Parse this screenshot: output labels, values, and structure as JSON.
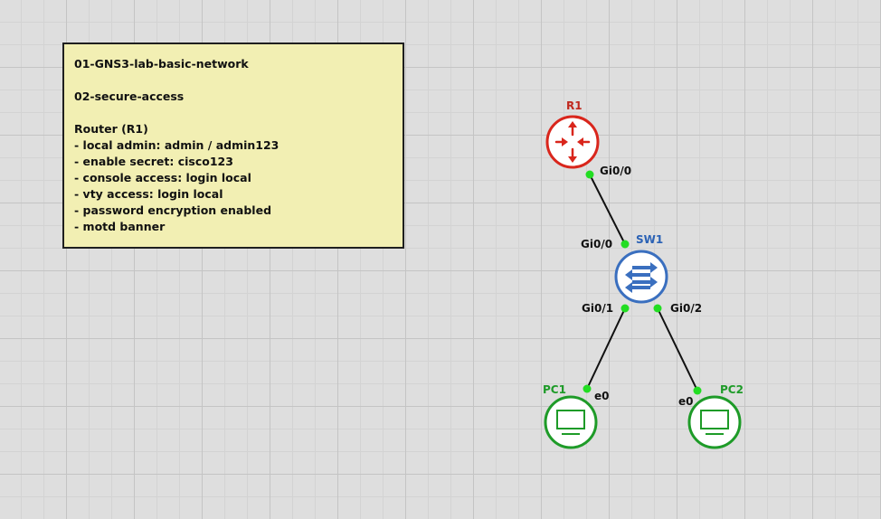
{
  "note": {
    "lines": [
      "01-GNS3-lab-basic-network",
      "",
      "02-secure-access",
      "",
      "Router (R1)",
      "- local admin: admin / admin123",
      "- enable secret: cisco123",
      "- console access: login local",
      "- vty access: login local",
      "- password encryption enabled",
      "- motd banner"
    ]
  },
  "devices": {
    "r1": {
      "name": "R1",
      "icon": "router-icon",
      "color": "#d9261c"
    },
    "sw1": {
      "name": "SW1",
      "icon": "switch-icon",
      "color": "#3a6fbf"
    },
    "pc1": {
      "name": "PC1",
      "icon": "computer-icon",
      "color": "#1e9b28"
    },
    "pc2": {
      "name": "PC2",
      "icon": "computer-icon",
      "color": "#1e9b28"
    }
  },
  "links": [
    {
      "from": "R1",
      "from_port": "Gi0/0",
      "to": "SW1",
      "to_port": "Gi0/0"
    },
    {
      "from": "SW1",
      "from_port": "Gi0/1",
      "to": "PC1",
      "to_port": "e0"
    },
    {
      "from": "SW1",
      "from_port": "Gi0/2",
      "to": "PC2",
      "to_port": "e0"
    }
  ],
  "port_labels": {
    "r1_gi00": "Gi0/0",
    "sw1_gi00": "Gi0/0",
    "sw1_gi01": "Gi0/1",
    "sw1_gi02": "Gi0/2",
    "pc1_e0": "e0",
    "pc2_e0": "e0"
  },
  "colors": {
    "link": "#111111",
    "port_dot": "#22dd22",
    "note_bg": "#f2efb3"
  }
}
